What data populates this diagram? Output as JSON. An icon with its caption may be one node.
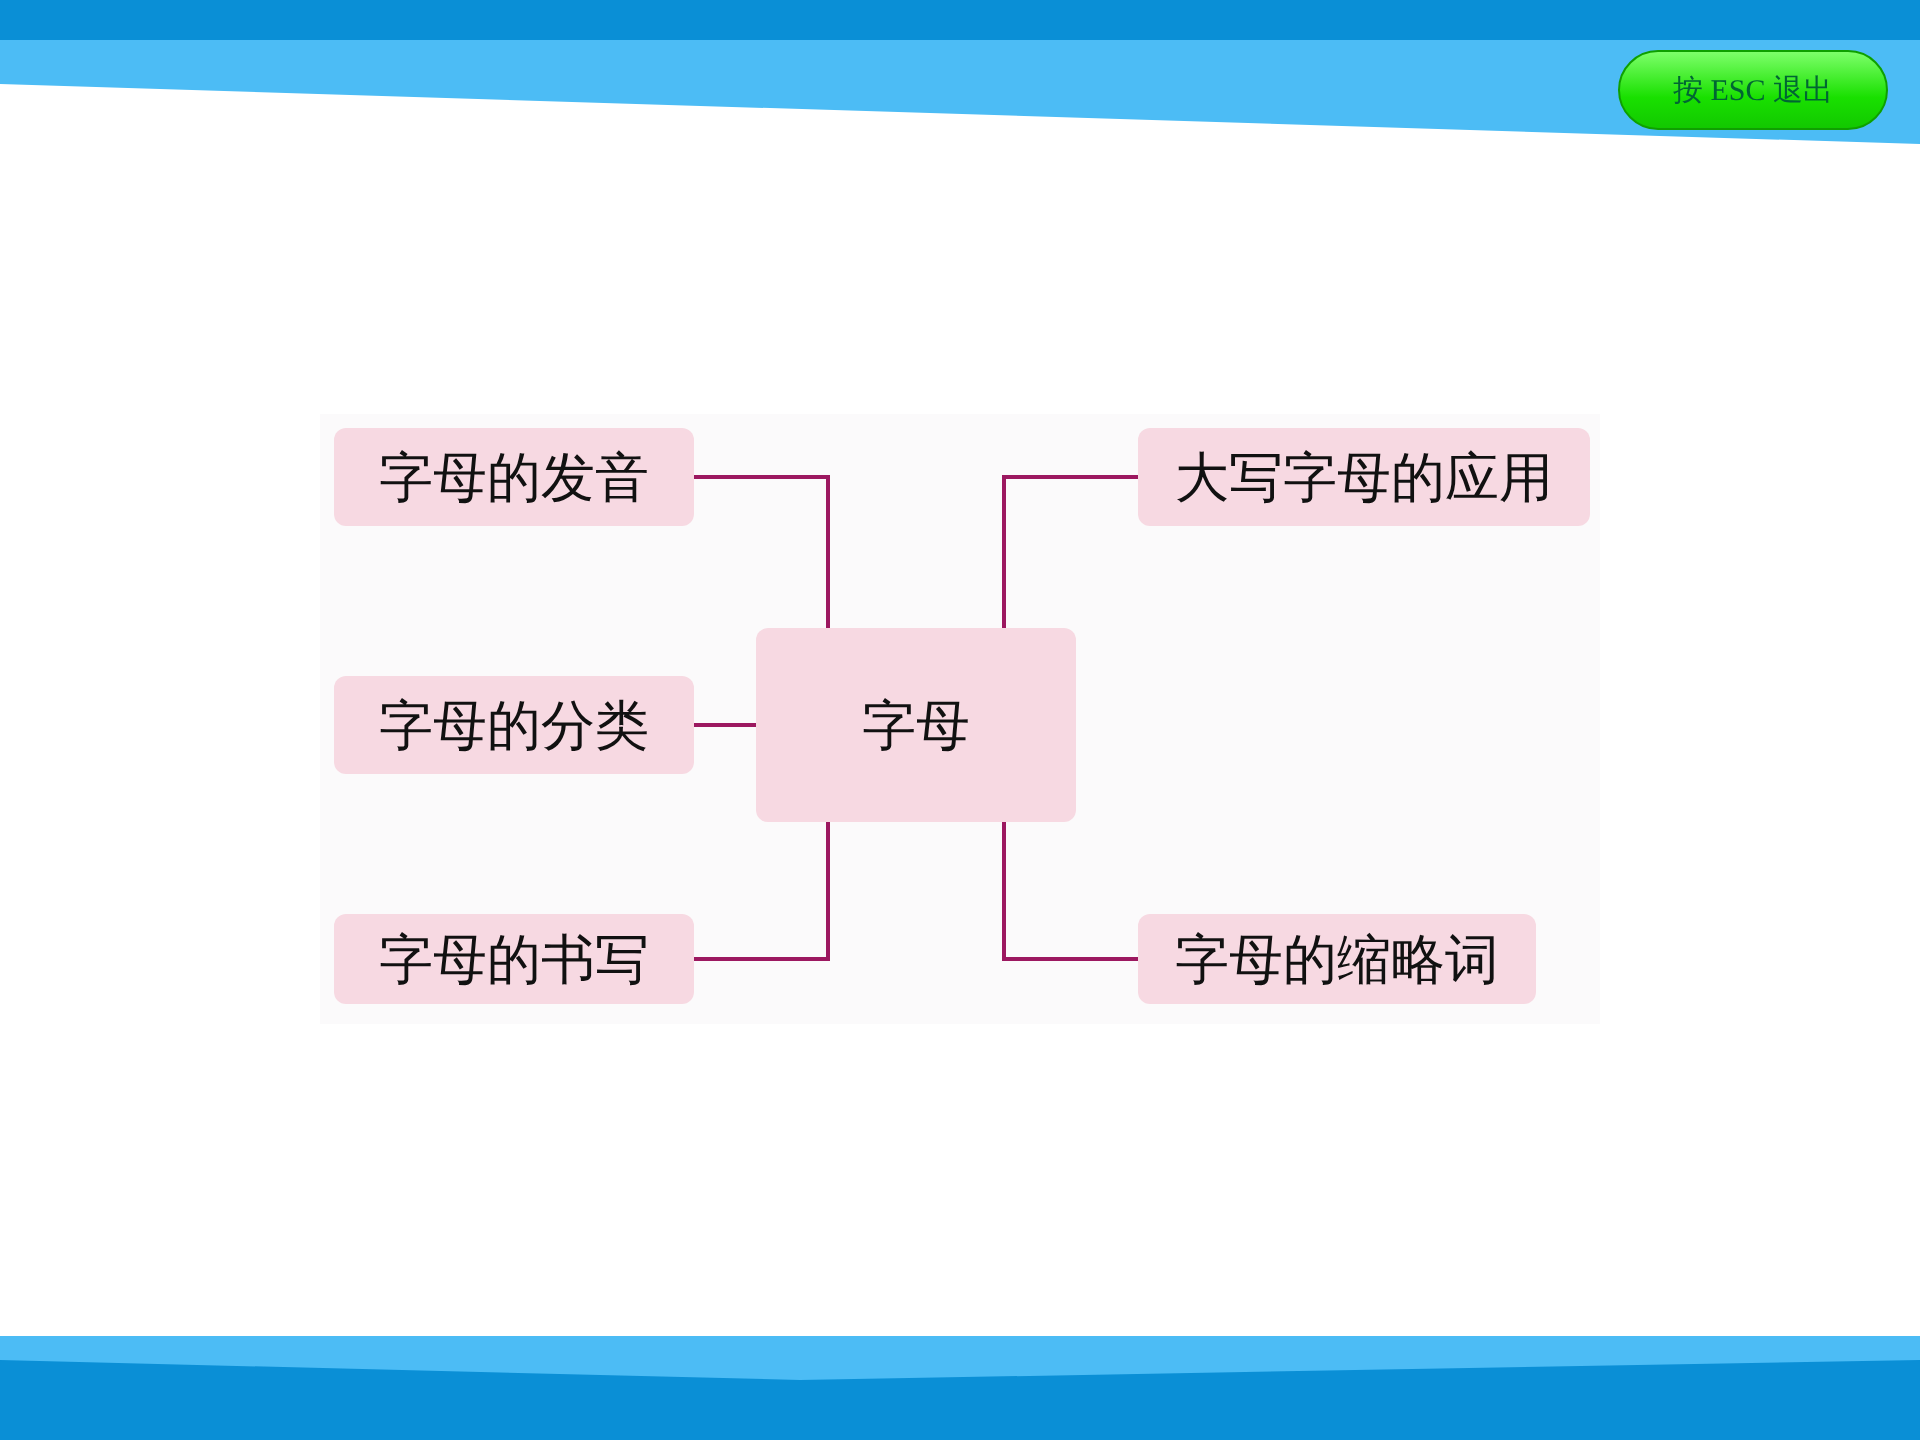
{
  "diagram": {
    "nodes": [
      {
        "text": [
          "字母的发音"
        ]
      },
      {
        "text": [
          "大写字母的应用"
        ]
      },
      {
        "text": [
          "字母的分类"
        ]
      },
      {
        "text": [
          "字母"
        ]
      },
      {
        "text": [
          "字母的书写"
        ]
      },
      {
        "text": [
          "字母的缩略词"
        ]
      }
    ],
    "edges": [
      {
        "from": 3,
        "to": 0,
        "arrow": "none"
      },
      {
        "from": 3,
        "to": 1,
        "arrow": "none"
      },
      {
        "from": 3,
        "to": 2,
        "arrow": "none"
      },
      {
        "from": 3,
        "to": 4,
        "arrow": "none"
      },
      {
        "from": 3,
        "to": 5,
        "arrow": "none"
      }
    ],
    "labels": [
      "按 ESC 退出"
    ]
  }
}
